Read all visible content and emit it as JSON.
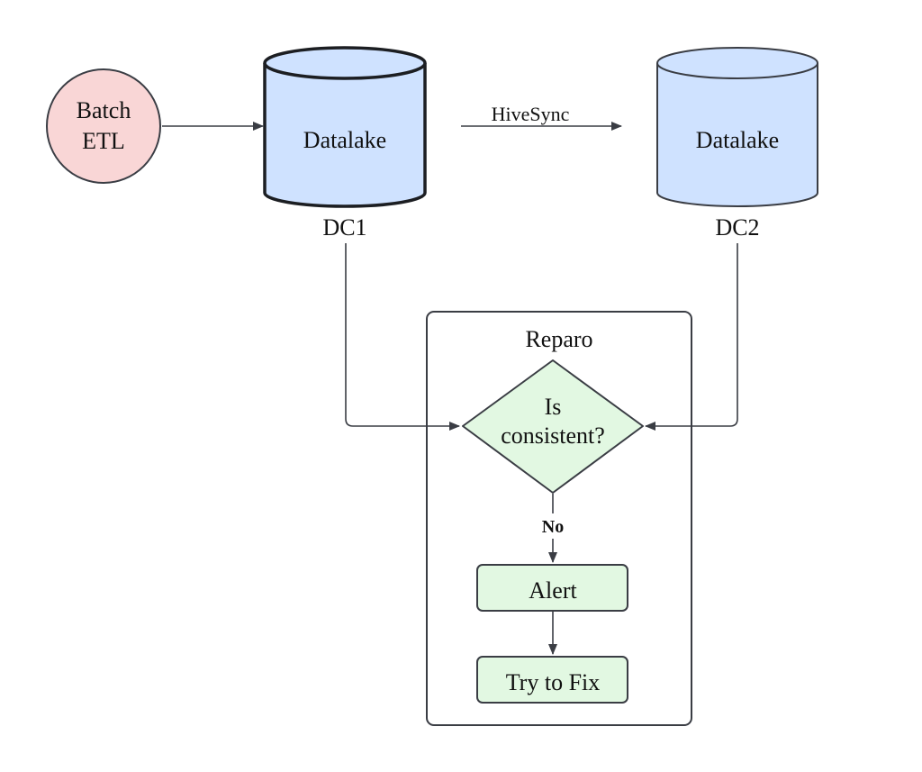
{
  "nodes": {
    "batch_etl": {
      "line1": "Batch",
      "line2": "ETL"
    },
    "datalake_dc1": {
      "label": "Datalake",
      "caption": "DC1"
    },
    "datalake_dc2": {
      "label": "Datalake",
      "caption": "DC2"
    },
    "reparo": {
      "label": "Reparo"
    },
    "decision": {
      "line1": "Is",
      "line2": "consistent?"
    },
    "alert": {
      "label": "Alert"
    },
    "fix": {
      "label": "Try to Fix"
    }
  },
  "edges": {
    "hivesync": {
      "label": "HiveSync"
    },
    "no": {
      "label": "No"
    }
  },
  "colors": {
    "etl_fill": "#f9d6d6",
    "datalake_fill": "#cfe2ff",
    "flow_fill": "#e2f8e2",
    "stroke": "#3a3d44"
  }
}
